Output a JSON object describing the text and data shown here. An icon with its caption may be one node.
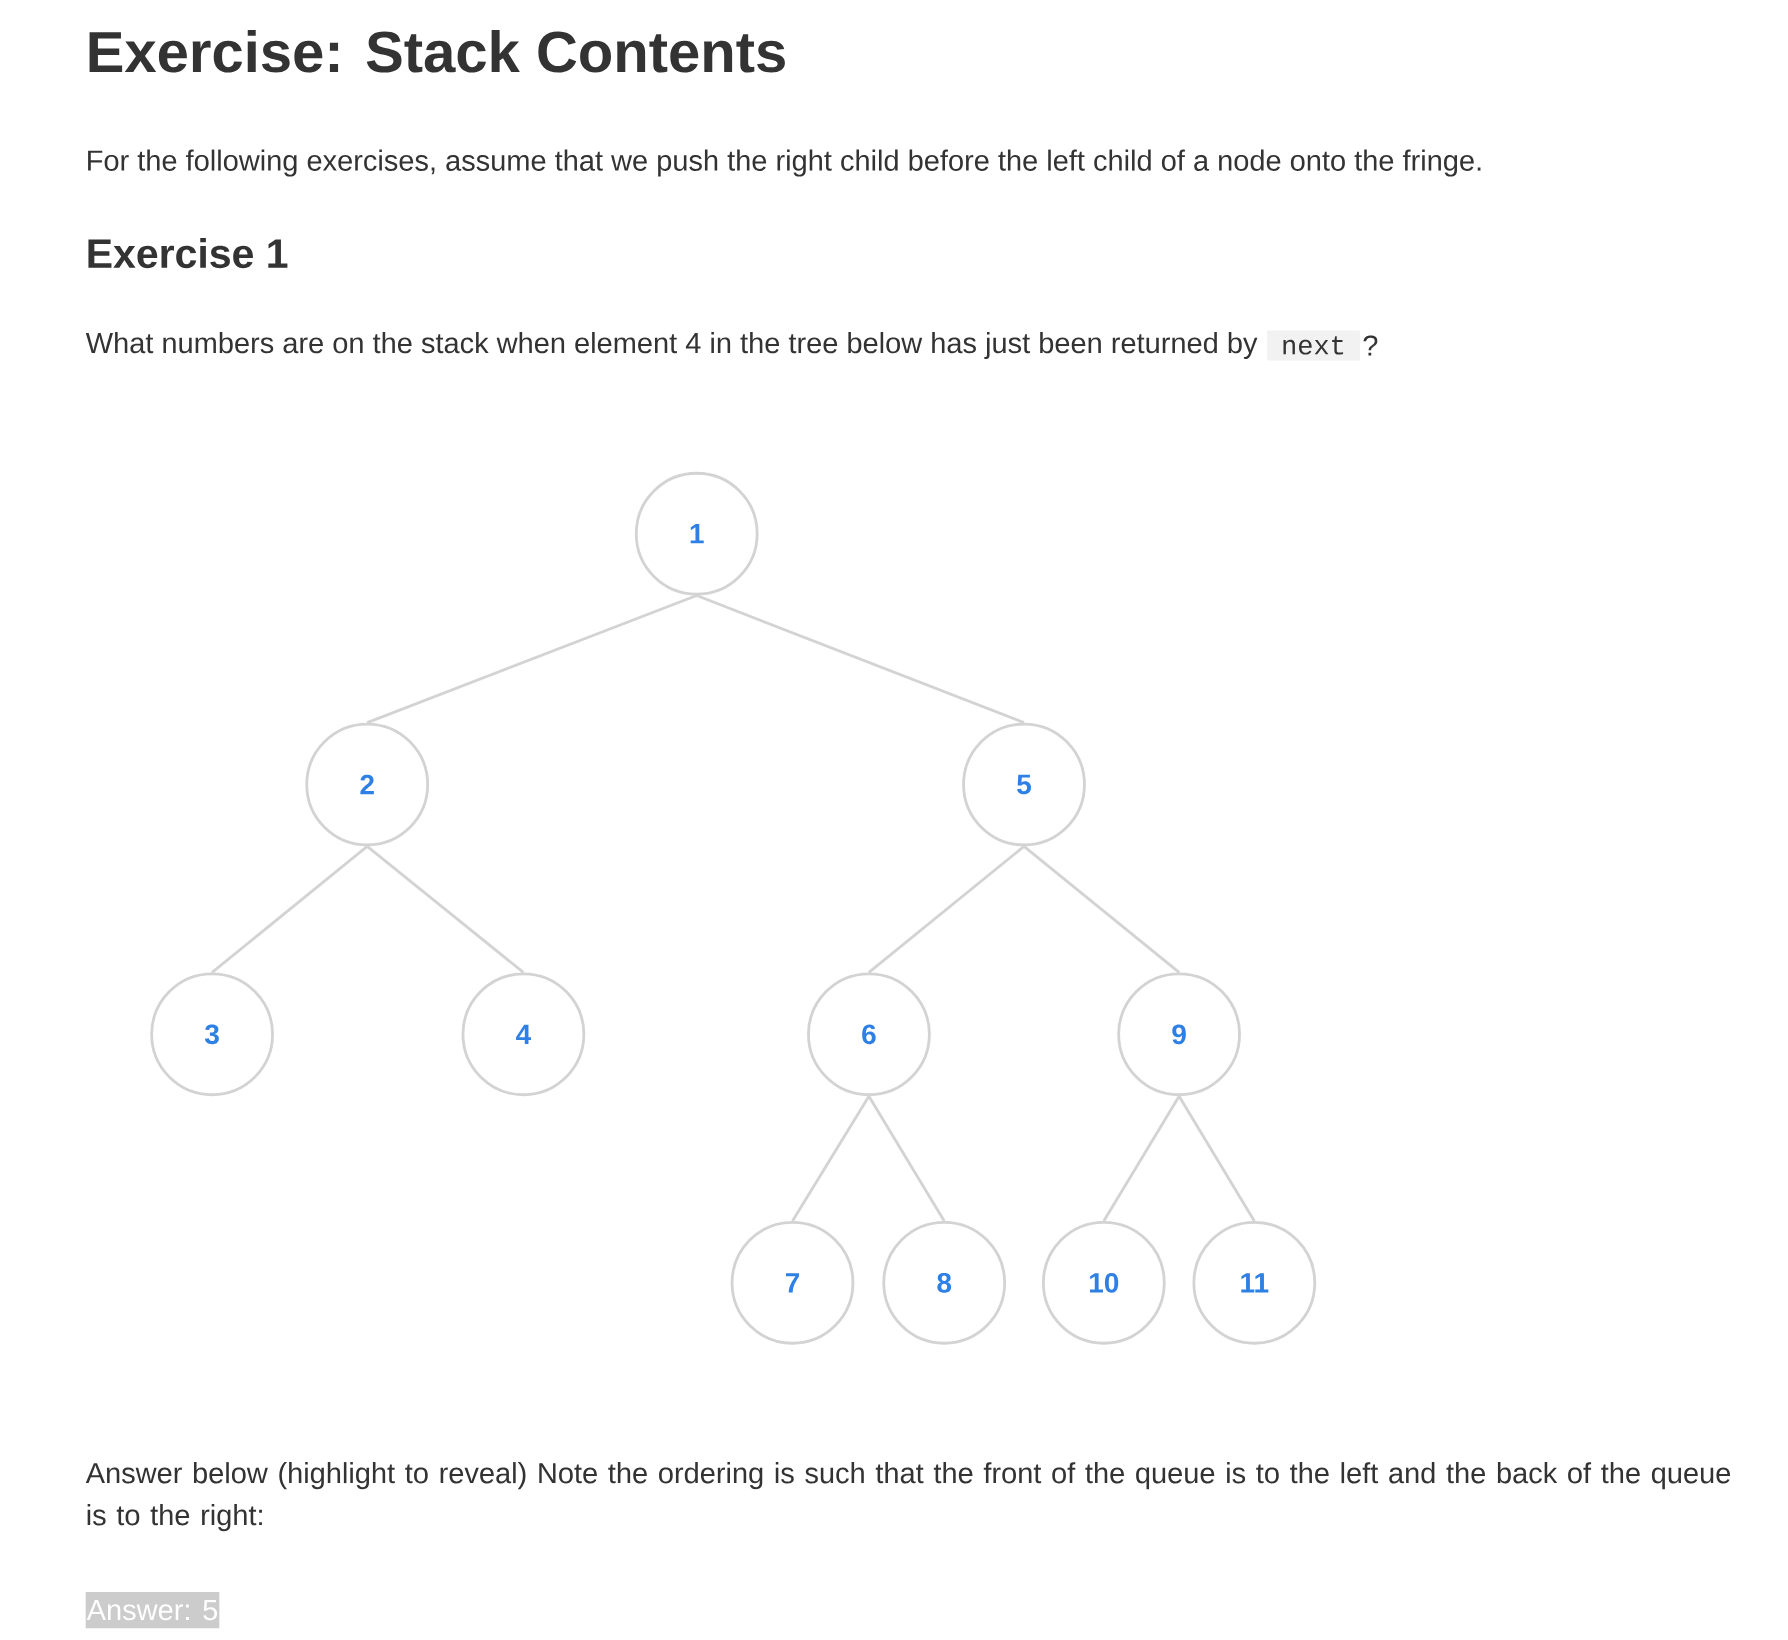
{
  "diagram": {
    "title": "Exercise: Stack Contents",
    "nodes": [
      {
        "text": [
          "1"
        ]
      },
      {
        "text": [
          "2"
        ]
      },
      {
        "text": [
          "5"
        ]
      },
      {
        "text": [
          "3"
        ]
      },
      {
        "text": [
          "4"
        ]
      },
      {
        "text": [
          "6"
        ]
      },
      {
        "text": [
          "9"
        ]
      },
      {
        "text": [
          "7"
        ]
      },
      {
        "text": [
          "8"
        ]
      },
      {
        "text": [
          "10"
        ]
      },
      {
        "text": [
          "11"
        ]
      }
    ],
    "edges": [
      {
        "from": 0,
        "to": 1,
        "arrow": "none"
      },
      {
        "from": 0,
        "to": 2,
        "arrow": "none"
      },
      {
        "from": 1,
        "to": 3,
        "arrow": "none"
      },
      {
        "from": 1,
        "to": 4,
        "arrow": "none"
      },
      {
        "from": 2,
        "to": 5,
        "arrow": "none"
      },
      {
        "from": 2,
        "to": 6,
        "arrow": "none"
      },
      {
        "from": 5,
        "to": 7,
        "arrow": "none"
      },
      {
        "from": 5,
        "to": 8,
        "arrow": "none"
      },
      {
        "from": 6,
        "to": 9,
        "arrow": "none"
      },
      {
        "from": 6,
        "to": 10,
        "arrow": "none"
      }
    ],
    "labels": [
      "For the following exercises, assume that we push the right child before the left child of a node onto the fringe.",
      "Exercise 1",
      "What numbers are on the stack when element 4 in the tree below has just been returned by",
      "next",
      "?",
      "Answer below (highlight to reveal) Note the ordering is such that the front of the queue is to the left and the back of the queue is to the right:",
      "Answer: 5"
    ]
  }
}
